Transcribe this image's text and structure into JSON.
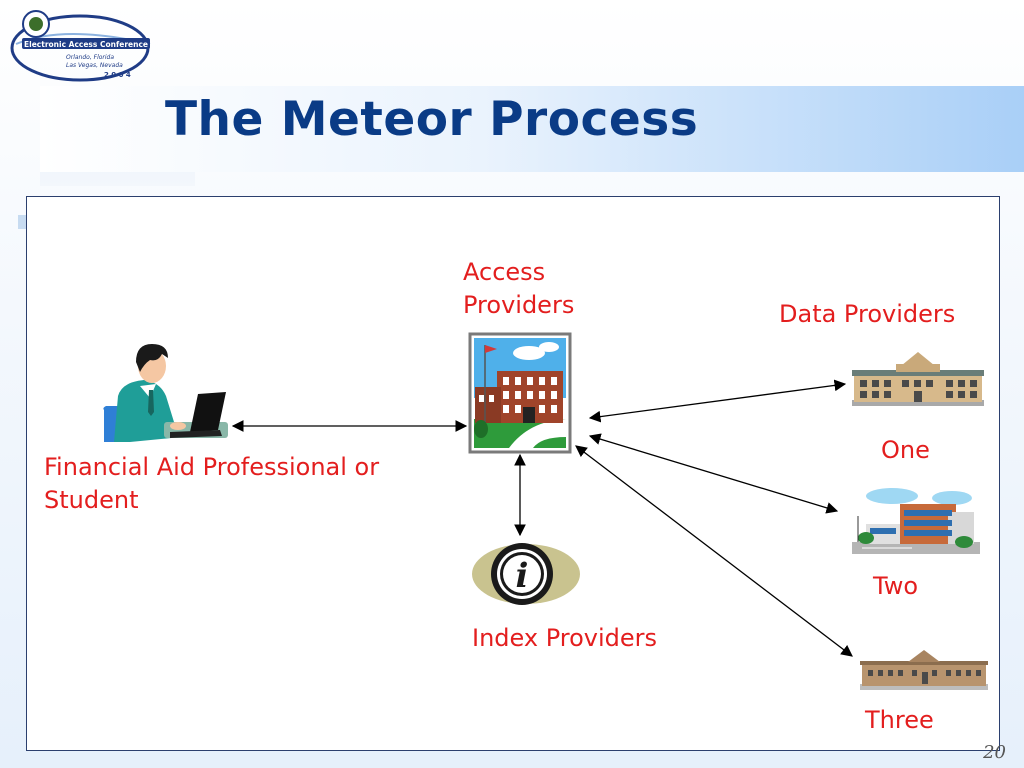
{
  "logo": {
    "name": "Electronic Access Conference",
    "line1": "Orlando, Florida",
    "line2": "Las Vegas, Nevada",
    "year": "2 0 0 4"
  },
  "slide": {
    "title": "The Meteor Process",
    "page_number": "20"
  },
  "diagram": {
    "user_label_line1": "Financial Aid Professional or",
    "user_label_line2": "Student",
    "access_label_line1": "Access",
    "access_label_line2": "Providers",
    "index_label": "Index Providers",
    "data_header": "Data Providers",
    "data_one": "One",
    "data_two": "Two",
    "data_three": "Three"
  },
  "colors": {
    "title": "#0a3b86",
    "label": "#e31e1e",
    "arrow": "#000000"
  },
  "icons": [
    "logo-icon",
    "user-at-laptop-icon",
    "school-building-icon",
    "info-icon",
    "building-one-icon",
    "building-two-icon",
    "building-three-icon"
  ]
}
